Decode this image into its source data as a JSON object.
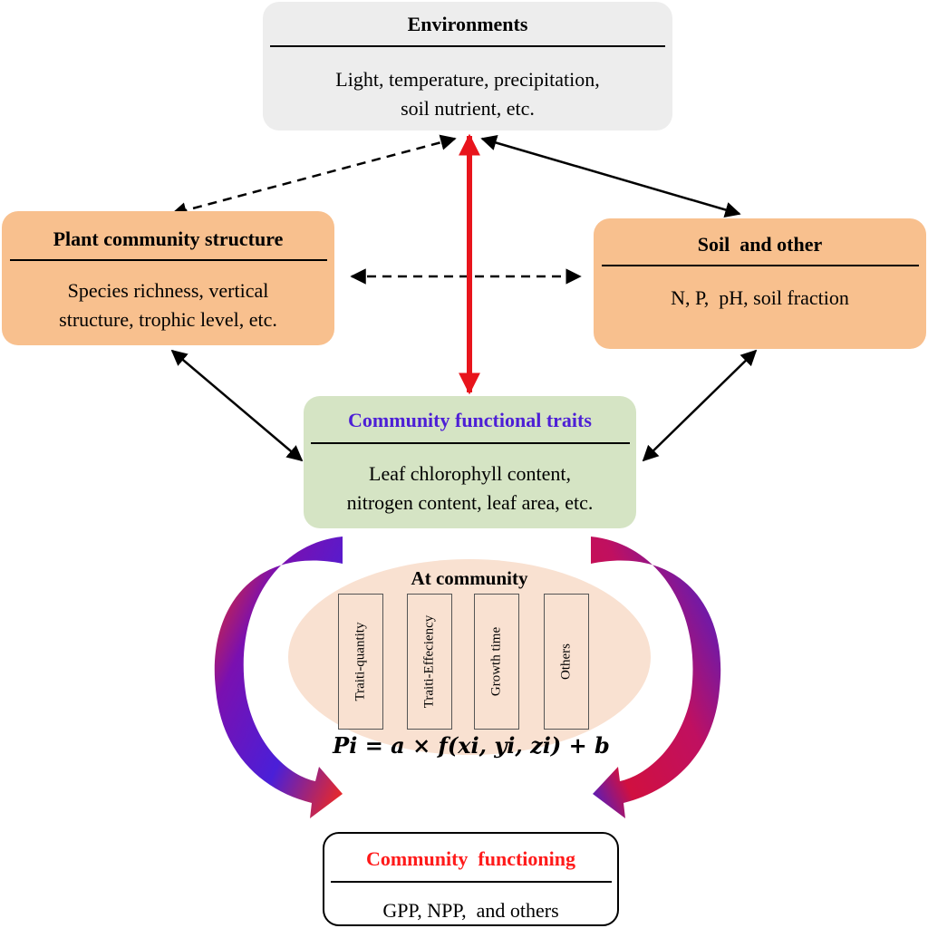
{
  "environments": {
    "title": "Environments",
    "line1": "Light, temperature, precipitation,",
    "line2": "soil nutrient, etc."
  },
  "plant_structure": {
    "title": "Plant community structure",
    "line1": "Species richness, vertical",
    "line2": "structure, trophic level, etc."
  },
  "soil": {
    "title": "Soil  and other",
    "line1": "N, P,  pH, soil fraction"
  },
  "traits": {
    "title": "Community functional traits",
    "line1": "Leaf chlorophyll content,",
    "line2": "nitrogen content, leaf area, etc."
  },
  "at_community": {
    "title": "At community",
    "factors": [
      "Traiti-quantity",
      "Traiti-Effeciency",
      "Growth time",
      "Others"
    ],
    "formula": "Pi = a × f(xi, yi, zi) + b"
  },
  "functioning": {
    "title": "Community  functioning",
    "line1": "GPP, NPP,  and others"
  },
  "colors": {
    "environments_fill": "#ededed",
    "structure_fill": "#f8c08e",
    "traits_fill": "#d5e4c4",
    "traits_title": "#4d1fd6",
    "functioning_title": "#ff1a1a",
    "red_arrow": "#e8141c",
    "ellipse_fill": "#f9e1d1"
  }
}
